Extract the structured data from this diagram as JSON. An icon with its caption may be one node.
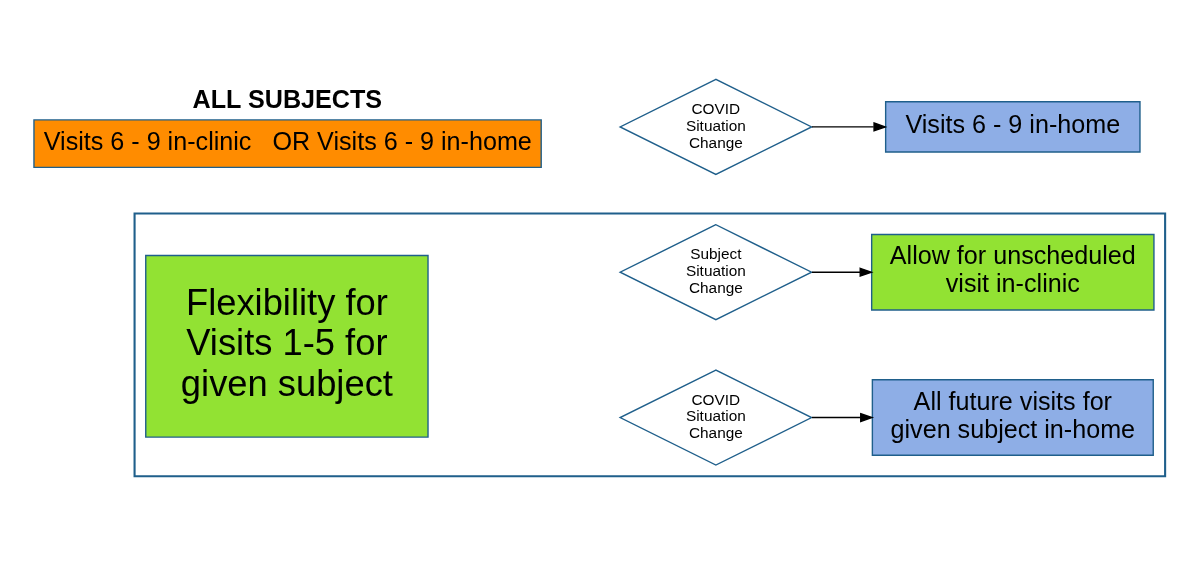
{
  "diagram": {
    "nodes": [
      {
        "text": [],
        "shape": "box"
      },
      {
        "text": [
          "Flexibility for Visits 1-5 for given subject"
        ],
        "in": 0
      },
      {
        "text": [
          "COVID Situation Change"
        ],
        "in": 0
      },
      {
        "text": [
          "All future visits for given subject in-home"
        ],
        "in": 0
      },
      {
        "text": [
          "Subject Situation Change"
        ],
        "in": 0
      },
      {
        "text": [
          "Allow for unscheduled visit in-clinic"
        ],
        "in": 0
      },
      {
        "text": [
          "ALL SUBJECTS",
          "Visits 6 - 9 in-clinic   OR Visits 6 - 9 in-home"
        ]
      },
      {
        "text": [
          "COVID Situation Change"
        ]
      },
      {
        "text": [
          "Visits 6 - 9 in-home"
        ]
      }
    ],
    "edges": [
      {
        "from": 2,
        "to": 3,
        "arrow": "to"
      },
      {
        "from": 4,
        "to": 5,
        "arrow": "to"
      },
      {
        "from": 7,
        "to": 8,
        "arrow": "to"
      }
    ]
  }
}
